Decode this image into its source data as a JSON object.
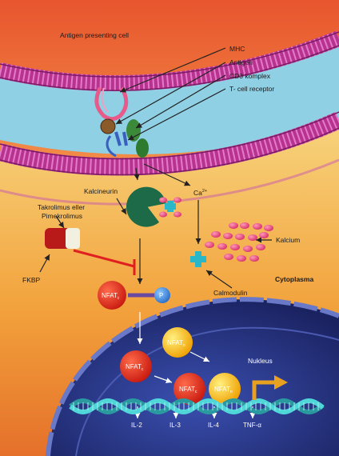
{
  "labels": {
    "apc": "Antigen presenting cell",
    "mhc": "MHC",
    "antigen": "Antigen",
    "cd3": "CD3 komplex",
    "tcr": "T- cell receptor",
    "kalcineurin": "Kalcineurin",
    "takrolimus": "Takrolimus eller",
    "pimekrolimus": "Pimekrolimus",
    "ca": "Ca",
    "ca_sup": "2+",
    "kalcium": "Kalcium",
    "fkbp": "FKBP",
    "cytoplasma": "Cytoplasma",
    "calmodulin": "Calmodulin",
    "nfat": "NFAT",
    "nfat_sub_c": "c",
    "nfat_sub_n": "n",
    "p": "P",
    "nukleus": "Nukleus",
    "il2": "IL-2",
    "il3": "IL-3",
    "il4": "IL-4",
    "tnf": "TNF-α"
  },
  "colors": {
    "apc_bg": "#f08a4a",
    "tcell_bg": "#7cc5dc",
    "cytoplasm": "#f2b04a",
    "nucleus": "#2b3b8a",
    "membrane": "#c13fa8",
    "kalcineurin": "#1f6b4a",
    "calcium": "#e84c7a",
    "calmodulin": "#2ab8c8",
    "nfat_red": "#e8281a",
    "nfat_yellow": "#f5b800",
    "phosphate": "#3a7fd0",
    "inhibit": "#e02020",
    "dna": "#3fc6c8",
    "tnf_arrow": "#e8a020"
  }
}
